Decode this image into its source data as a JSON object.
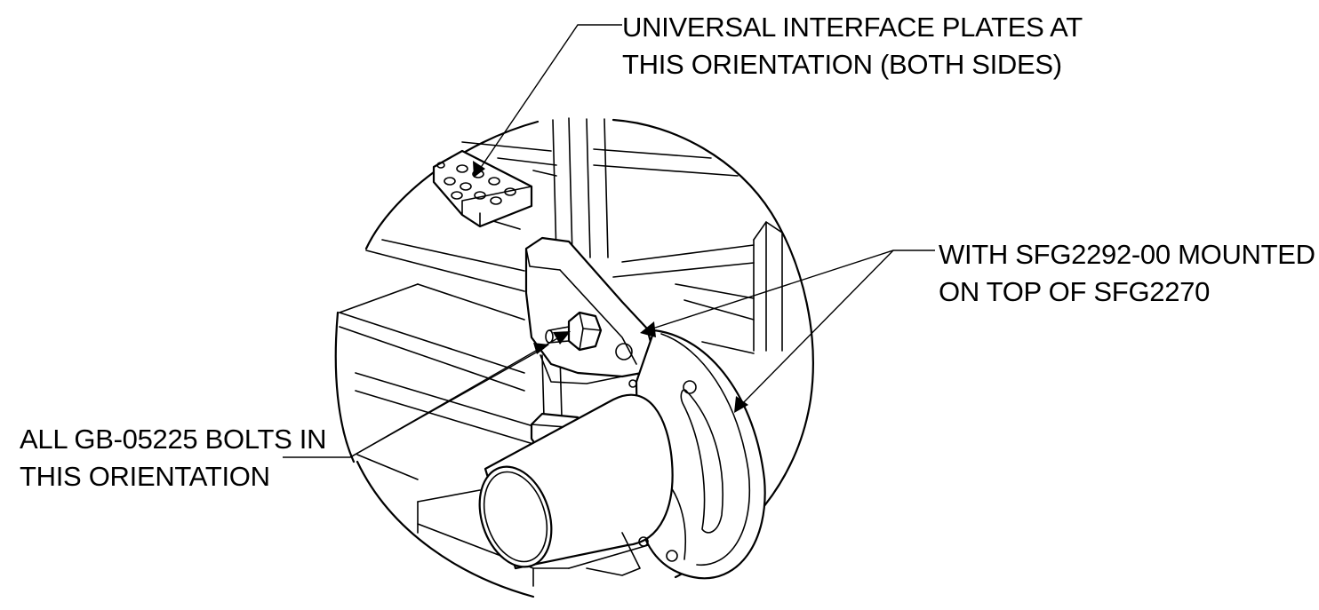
{
  "callouts": {
    "interface_plates": {
      "line1": "UNIVERSAL INTERFACE PLATES AT",
      "line2": "THIS ORIENTATION (BOTH SIDES)"
    },
    "mounting": {
      "line1": "WITH SFG2292-00 MOUNTED",
      "line2": "ON TOP OF SFG2270"
    },
    "bolts": {
      "line1": "ALL GB-05225 BOLTS IN",
      "line2": "THIS ORIENTATION"
    }
  },
  "colors": {
    "line": "#000000",
    "background": "#ffffff"
  }
}
